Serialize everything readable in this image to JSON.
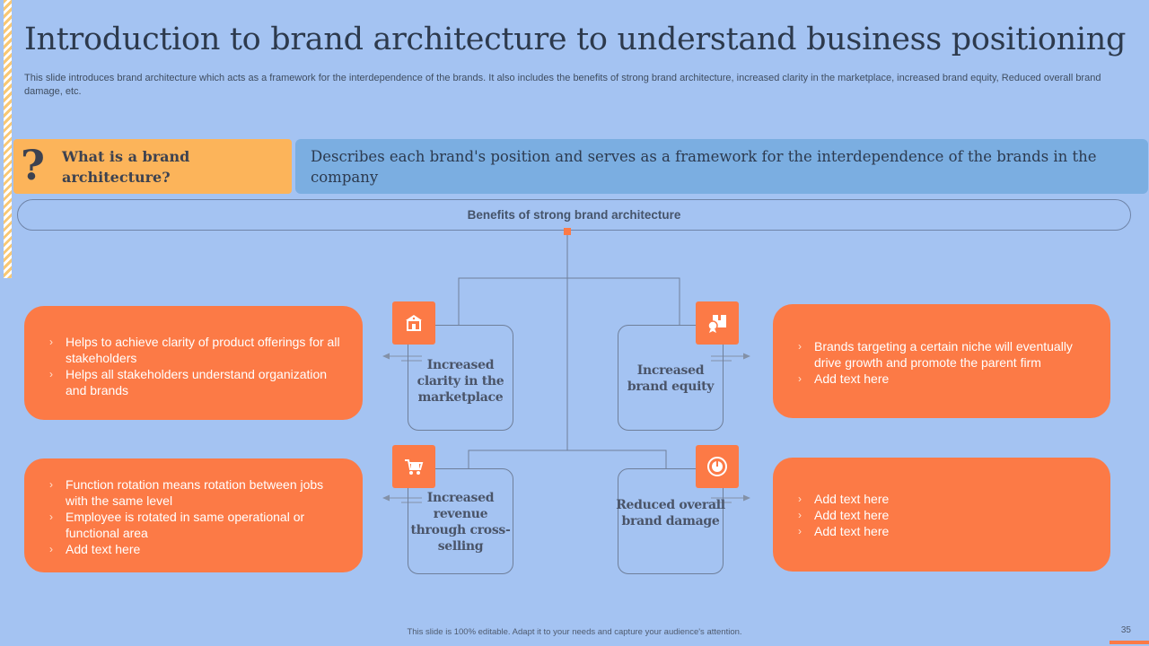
{
  "header": {
    "title": "Introduction to brand architecture to understand business positioning",
    "subtitle": "This slide introduces brand architecture which acts as a framework for the interdependence of the brands. It also includes the benefits of strong brand architecture, increased clarity in the marketplace, increased brand equity, Reduced overall brand damage, etc."
  },
  "definition": {
    "question_icon": "question-mark-icon",
    "question": "What is a brand architecture?",
    "answer": "Describes each brand's position and serves as a framework for the interdependence of the brands in the company"
  },
  "benefits_title": "Benefits of strong brand architecture",
  "nodes": [
    {
      "label": "Increased clarity in the marketplace",
      "icon": "store-icon"
    },
    {
      "label": "Increased brand equity",
      "icon": "certificate-box-icon"
    },
    {
      "label": "Increased revenue through cross-selling",
      "icon": "shopping-cart-icon"
    },
    {
      "label": "Reduced overall brand damage",
      "icon": "gauge-icon"
    }
  ],
  "cards": {
    "top_left": [
      "Helps to achieve clarity of product offerings for all stakeholders",
      "Helps all stakeholders understand organization and brands"
    ],
    "top_right": [
      "Brands targeting a certain niche will eventually drive growth and promote the parent firm",
      "Add text here"
    ],
    "bottom_left": [
      "Function rotation means rotation between jobs with the same level",
      "Employee is rotated in same operational or functional area",
      "Add text here"
    ],
    "bottom_right": [
      "Add text here",
      "Add text here",
      "Add text here"
    ]
  },
  "bullet_glyph": "›",
  "footer": "This slide is 100% editable.  Adapt it to your needs and capture your audience's attention.",
  "page_number": "35",
  "colors": {
    "background": "#a4c3f2",
    "accent_orange": "#fc7a46",
    "question_box": "#fcb45a",
    "definition_box": "#7baee1",
    "text_dark": "#2d3a4d"
  }
}
